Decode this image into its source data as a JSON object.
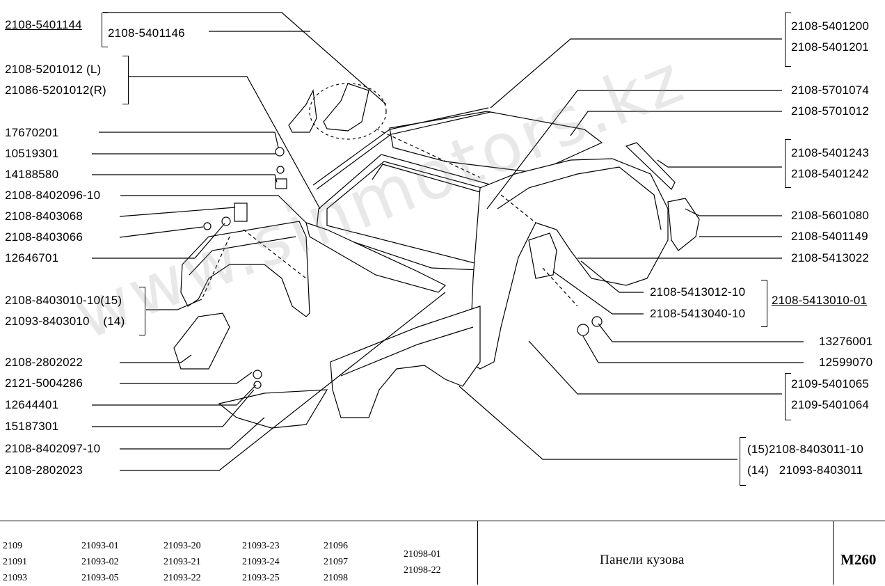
{
  "diagram": {
    "parts": [
      {
        "id": "p01",
        "label": "2108-5401144"
      },
      {
        "id": "p02",
        "label": "2108-5401146"
      },
      {
        "id": "p03",
        "label": "2108-5201012  (L)"
      },
      {
        "id": "p04",
        "label": "21086-5201012(R)"
      },
      {
        "id": "p05",
        "label": "17670201"
      },
      {
        "id": "p06",
        "label": "10519301"
      },
      {
        "id": "p07",
        "label": "14188580"
      },
      {
        "id": "p08",
        "label": "2108-8402096-10"
      },
      {
        "id": "p09",
        "label": "2108-8403068"
      },
      {
        "id": "p10",
        "label": "2108-8403066"
      },
      {
        "id": "p11",
        "label": "12646701"
      },
      {
        "id": "p12",
        "label": "2108-8403010-10(15)"
      },
      {
        "id": "p13",
        "label": "21093-8403010    (14)"
      },
      {
        "id": "p14",
        "label": "2108-2802022"
      },
      {
        "id": "p15",
        "label": "2121-5004286"
      },
      {
        "id": "p16",
        "label": "12644401"
      },
      {
        "id": "p17",
        "label": "15187301"
      },
      {
        "id": "p18",
        "label": "2108-8402097-10"
      },
      {
        "id": "p19",
        "label": "2108-2802023"
      },
      {
        "id": "p20",
        "label": "2108-5401200"
      },
      {
        "id": "p21",
        "label": "2108-5401201"
      },
      {
        "id": "p22",
        "label": "2108-5701074"
      },
      {
        "id": "p23",
        "label": "2108-5701012"
      },
      {
        "id": "p24",
        "label": "2108-5401243"
      },
      {
        "id": "p25",
        "label": "2108-5401242"
      },
      {
        "id": "p26",
        "label": "2108-5601080"
      },
      {
        "id": "p27",
        "label": "2108-5401149"
      },
      {
        "id": "p28",
        "label": "2108-5413022"
      },
      {
        "id": "p29",
        "label": "2108-5413012-10"
      },
      {
        "id": "p30",
        "label": "2108-5413040-10"
      },
      {
        "id": "p31",
        "label": "2108-5413010-01"
      },
      {
        "id": "p32",
        "label": "13276001"
      },
      {
        "id": "p33",
        "label": "12599070"
      },
      {
        "id": "p34",
        "label": "2109-5401065"
      },
      {
        "id": "p35",
        "label": "2109-5401064"
      },
      {
        "id": "p36",
        "label": "(15)2108-8403011-10"
      },
      {
        "id": "p37",
        "label": "(14)   21093-8403011"
      }
    ]
  },
  "footer": {
    "model_columns": [
      [
        "2109",
        "21091",
        "21093"
      ],
      [
        "21093-01",
        "21093-02",
        "21093-05"
      ],
      [
        "21093-20",
        "21093-21",
        "21093-22"
      ],
      [
        "21093-23",
        "21093-24",
        "21093-25"
      ],
      [
        "21096",
        "21097",
        "21098"
      ],
      [
        "21098-01",
        "21098-22"
      ]
    ],
    "title": "Панели кузова",
    "code": "M260"
  },
  "watermark": "www.sinmotors.kz"
}
